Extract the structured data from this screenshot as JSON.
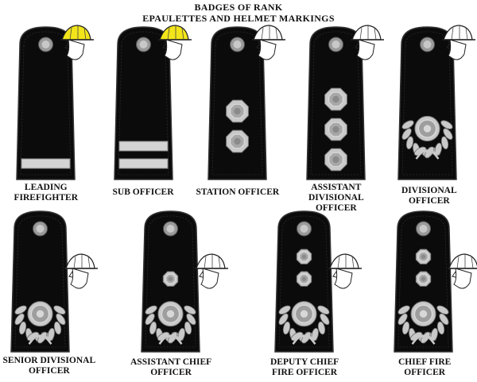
{
  "title": {
    "line1": "BADGES OF RANK",
    "line2": "EPAULETTES AND HELMET MARKINGS"
  },
  "colors": {
    "epaulette": "#0b0b0b",
    "helmet_yellow": "#f2e51a",
    "helmet_white": "#ffffff",
    "insignia_silver": "#c9c9c9",
    "bar_silver": "#d4d4d4"
  },
  "ranks": [
    {
      "id": "leading-firefighter",
      "label_lines": [
        "LEADING",
        "FIREFIGHTER"
      ],
      "helmet": "yellow",
      "bars": 1,
      "pips": 0,
      "wreath": false
    },
    {
      "id": "sub-officer",
      "label_lines": [
        "SUB OFFICER"
      ],
      "helmet": "yellow",
      "bars": 2,
      "pips": 0,
      "wreath": false
    },
    {
      "id": "station-officer",
      "label_lines": [
        "STATION OFFICER"
      ],
      "helmet": "white",
      "bars": 0,
      "pips": 2,
      "wreath": false
    },
    {
      "id": "assistant-divisional-officer",
      "label_lines": [
        "ASSISTANT",
        "DIVISIONAL",
        "OFFICER"
      ],
      "helmet": "white",
      "bars": 0,
      "pips": 3,
      "wreath": false
    },
    {
      "id": "divisional-officer",
      "label_lines": [
        "DIVISIONAL",
        "OFFICER"
      ],
      "helmet": "white",
      "bars": 0,
      "pips": 0,
      "wreath": true
    },
    {
      "id": "senior-divisional-officer",
      "label_lines": [
        "SENIOR DIVISIONAL",
        "OFFICER"
      ],
      "helmet": "white",
      "bars": 0,
      "pips": 0,
      "wreath": true
    },
    {
      "id": "assistant-chief-officer",
      "label_lines": [
        "ASSISTANT CHIEF",
        "OFFICER"
      ],
      "helmet": "white",
      "bars": 0,
      "pips": 1,
      "wreath": true
    },
    {
      "id": "deputy-chief-fire-officer",
      "label_lines": [
        "DEPUTY CHIEF",
        "FIRE OFFICER"
      ],
      "helmet": "white",
      "bars": 0,
      "pips": 2,
      "wreath": true
    },
    {
      "id": "chief-fire-officer",
      "label_lines": [
        "CHIEF FIRE",
        "OFFICER"
      ],
      "helmet": "white",
      "bars": 0,
      "pips": 2,
      "wreath": true
    }
  ]
}
